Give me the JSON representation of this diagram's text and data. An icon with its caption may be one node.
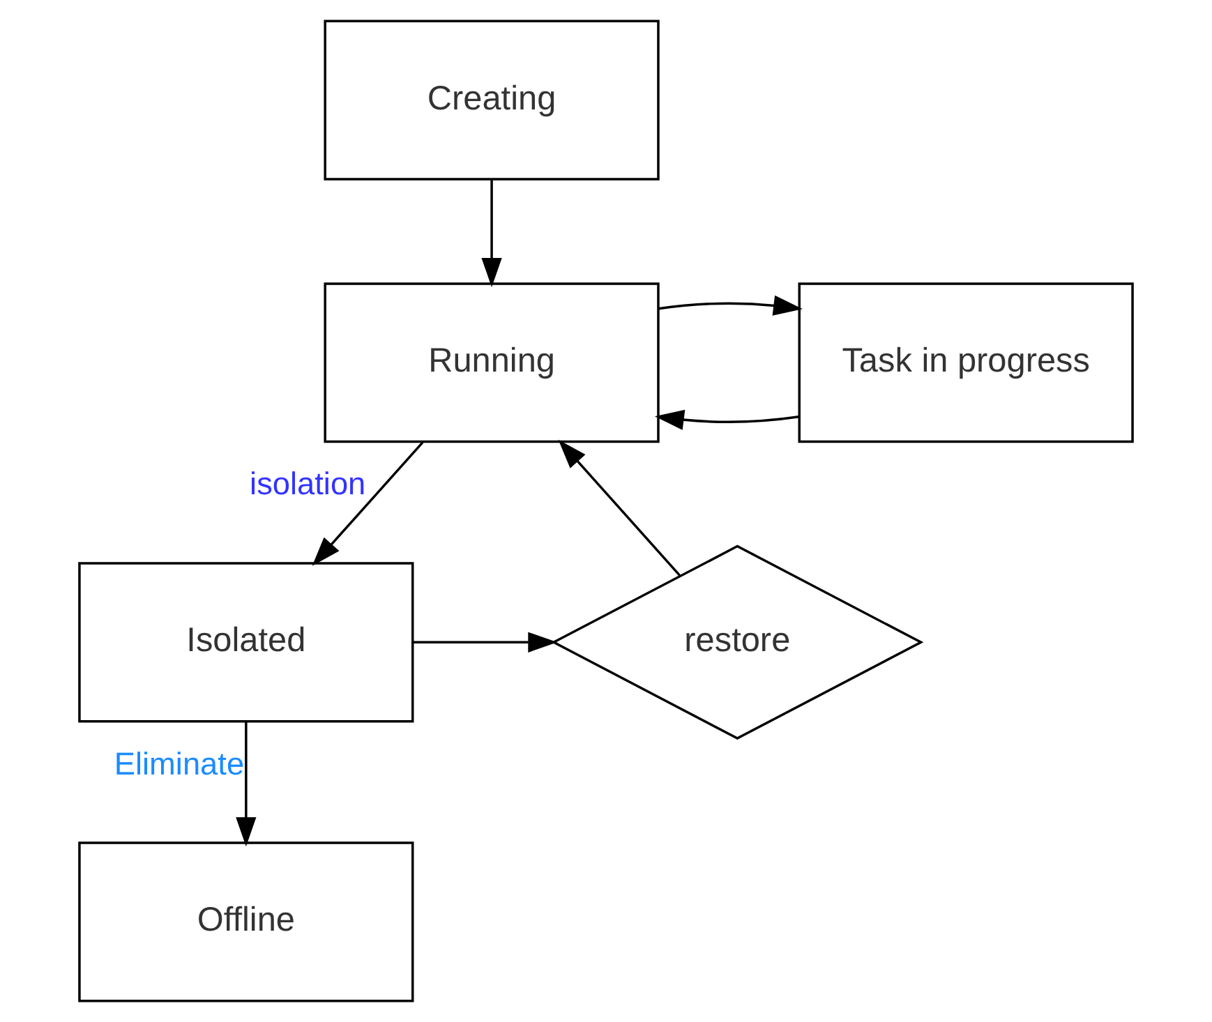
{
  "diagram": {
    "nodes": [
      {
        "text": [
          "Creating"
        ]
      },
      {
        "text": [
          "Running"
        ]
      },
      {
        "text": [
          "Task in progress"
        ]
      },
      {
        "text": [
          "Isolated"
        ]
      },
      {
        "text": [
          "restore"
        ]
      },
      {
        "text": [
          "Offline"
        ]
      }
    ],
    "edges": [
      {
        "from": 0,
        "to": 1,
        "arrow": "to"
      },
      {
        "from": 2,
        "to": 1,
        "arrow": "to"
      },
      {
        "from": 1,
        "to": 2,
        "arrow": "to"
      },
      {
        "from": 1,
        "to": 3,
        "arrow": "to",
        "label": "isolation"
      },
      {
        "from": 3,
        "to": 4,
        "arrow": "to"
      },
      {
        "from": 4,
        "to": 1,
        "arrow": "to"
      },
      {
        "from": 3,
        "to": 5,
        "arrow": "to",
        "label": "Eliminate"
      }
    ]
  }
}
